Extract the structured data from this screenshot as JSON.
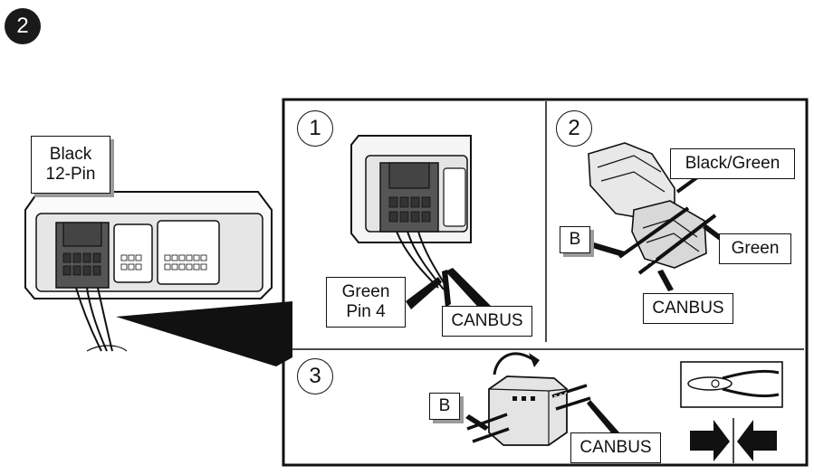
{
  "step": {
    "number": "2"
  },
  "connector": {
    "label_line1": "Black",
    "label_line2": "12-Pin"
  },
  "panels": {
    "p1": {
      "number": "1",
      "wire_label_line1": "Green",
      "wire_label_line2": "Pin 4",
      "canbus_label": "CANBUS"
    },
    "p2": {
      "number": "2",
      "black_green_label": "Black/Green",
      "green_label": "Green",
      "b_label": "B",
      "canbus_label": "CANBUS"
    },
    "p3": {
      "number": "3",
      "b_label": "B",
      "canbus_label": "CANBUS"
    }
  },
  "icons": [
    "pliers-icon",
    "press-together-arrows-icon"
  ]
}
